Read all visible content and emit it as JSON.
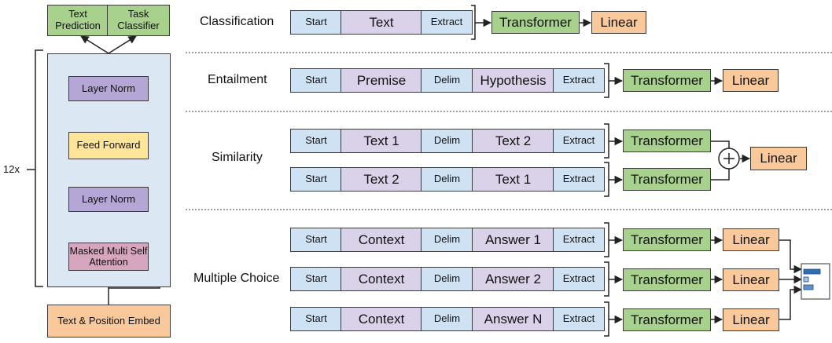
{
  "colors": {
    "token_blue": "#cfe2f3",
    "token_purple": "#d9d2e9",
    "transformer_green": "#a9d18e",
    "linear_orange": "#f9c89b",
    "model_bg": "#dbe8f4",
    "layer_norm": "#b4a7d6",
    "feed_forward": "#ffe599",
    "attention": "#d5a6bd",
    "embed": "#f9c89b",
    "head_green": "#a9d18e"
  },
  "model": {
    "heads": [
      "Text Prediction",
      "Task Classifier"
    ],
    "layer_norm_top": "Layer Norm",
    "feed_forward": "Feed Forward",
    "layer_norm_bottom": "Layer Norm",
    "attention": "Masked Multi Self Attention",
    "embed": "Text & Position Embed",
    "repeat": "12x",
    "plus": "+"
  },
  "tasks": {
    "classification": {
      "label": "Classification",
      "tokens": [
        "Start",
        "Text",
        "Extract"
      ],
      "transformer": "Transformer",
      "linear": "Linear"
    },
    "entailment": {
      "label": "Entailment",
      "tokens": [
        "Start",
        "Premise",
        "Delim",
        "Hypothesis",
        "Extract"
      ],
      "transformer": "Transformer",
      "linear": "Linear"
    },
    "similarity": {
      "label": "Similarity",
      "rows": [
        [
          "Start",
          "Text 1",
          "Delim",
          "Text 2",
          "Extract"
        ],
        [
          "Start",
          "Text 2",
          "Delim",
          "Text 1",
          "Extract"
        ]
      ],
      "transformer": "Transformer",
      "linear": "Linear",
      "plus": "+"
    },
    "multiple_choice": {
      "label": "Multiple Choice",
      "rows": [
        [
          "Start",
          "Context",
          "Delim",
          "Answer 1",
          "Extract"
        ],
        [
          "Start",
          "Context",
          "Delim",
          "Answer 2",
          "Extract"
        ],
        [
          "Start",
          "Context",
          "Delim",
          "Answer N",
          "Extract"
        ]
      ],
      "transformer": "Transformer",
      "linear": "Linear"
    }
  }
}
